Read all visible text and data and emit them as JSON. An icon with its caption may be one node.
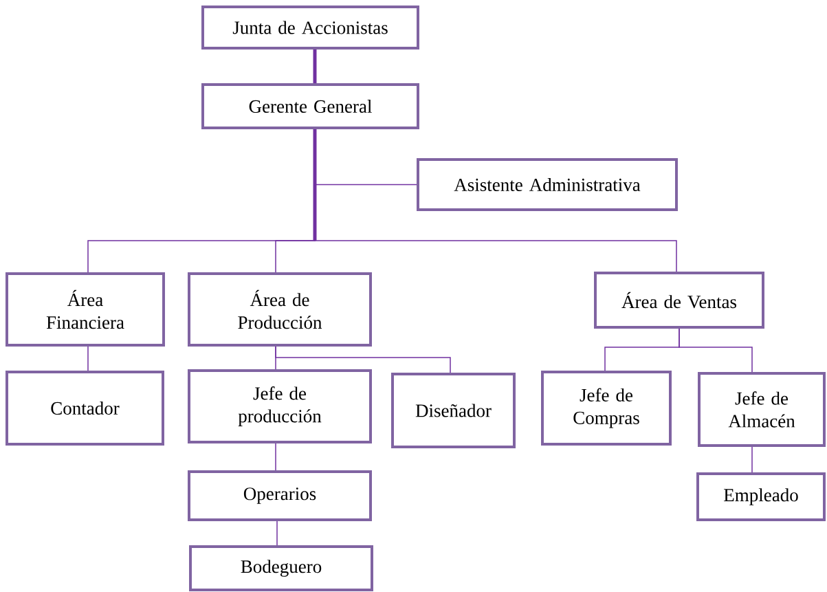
{
  "diagram": {
    "nodes": [
      {
        "text": [
          "Junta de Accionistas"
        ]
      },
      {
        "text": [
          "Gerente General"
        ]
      },
      {
        "text": [
          "Asistente Administrativa"
        ]
      },
      {
        "text": [
          "Área Financiera"
        ]
      },
      {
        "text": [
          "Área de Producción"
        ]
      },
      {
        "text": [
          "Área de Ventas"
        ]
      },
      {
        "text": [
          "Contador"
        ]
      },
      {
        "text": [
          "Jefe de producción"
        ]
      },
      {
        "text": [
          "Diseñador"
        ]
      },
      {
        "text": [
          "Jefe de Compras"
        ]
      },
      {
        "text": [
          "Jefe de Almacén"
        ]
      },
      {
        "text": [
          "Operarios"
        ]
      },
      {
        "text": [
          "Empleado"
        ]
      },
      {
        "text": [
          "Bodeguero"
        ]
      }
    ],
    "edges": [
      {
        "from": 0,
        "to": 1,
        "arrow": "none",
        "style": "thick"
      },
      {
        "from": 1,
        "to": 2,
        "arrow": "none"
      },
      {
        "from": 1,
        "to": 3,
        "arrow": "none"
      },
      {
        "from": 1,
        "to": 4,
        "arrow": "none"
      },
      {
        "from": 1,
        "to": 5,
        "arrow": "none"
      },
      {
        "from": 3,
        "to": 6,
        "arrow": "none"
      },
      {
        "from": 4,
        "to": 7,
        "arrow": "none"
      },
      {
        "from": 4,
        "to": 8,
        "arrow": "none"
      },
      {
        "from": 5,
        "to": 9,
        "arrow": "none"
      },
      {
        "from": 5,
        "to": 10,
        "arrow": "none"
      },
      {
        "from": 7,
        "to": 11,
        "arrow": "none"
      },
      {
        "from": 11,
        "to": 13,
        "arrow": "none"
      },
      {
        "from": 10,
        "to": 12,
        "arrow": "none"
      }
    ]
  }
}
